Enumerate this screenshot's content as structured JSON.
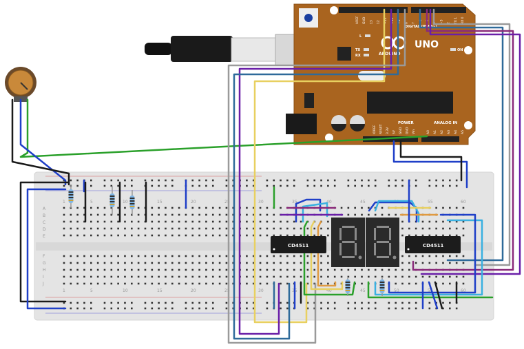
{
  "arduino": {
    "brand": "ARDUINO",
    "model": "UNO",
    "digital_label": "DIGITAL (PWM~)",
    "power_label": "POWER",
    "analog_label": "ANALOG IN",
    "led_labels": [
      "L",
      "TX",
      "RX",
      "ON"
    ],
    "digital_pins": [
      "AREF",
      "GND",
      "13",
      "12",
      "~11",
      "~10",
      "~9",
      "8",
      "7",
      "~6",
      "~5",
      "4",
      "~3",
      "2",
      "TX 1",
      "RX 0"
    ],
    "power_pins": [
      "IOREF",
      "RESET",
      "3.3V",
      "5V",
      "GND",
      "GND",
      "Vin"
    ],
    "analog_pins": [
      "A0",
      "A1",
      "A2",
      "A3",
      "A4",
      "A5"
    ],
    "board_color": "#a9641f"
  },
  "breadboard": {
    "column_numbers": [
      "1",
      "5",
      "10",
      "15",
      "20",
      "25",
      "30",
      "35",
      "40",
      "45",
      "50",
      "55",
      "60"
    ],
    "row_letters_top": [
      "A",
      "B",
      "C",
      "D",
      "E"
    ],
    "row_letters_bottom": [
      "F",
      "G",
      "H",
      "I",
      "J"
    ]
  },
  "chips": [
    {
      "label": "CD4511"
    },
    {
      "label": "CD4511"
    }
  ],
  "display": {
    "digits": 2,
    "type": "7-segment"
  },
  "colors": {
    "blue": "#1f3fc8",
    "lightblue": "#3ab0e0",
    "steel": "#2e6a9a",
    "purple": "#6a1fa8",
    "magenta": "#8a2a7a",
    "yellow": "#e8d060",
    "orange": "#e09a40",
    "green": "#2aa02a",
    "grey": "#9a9a9a",
    "black": "#1a1a1a"
  }
}
